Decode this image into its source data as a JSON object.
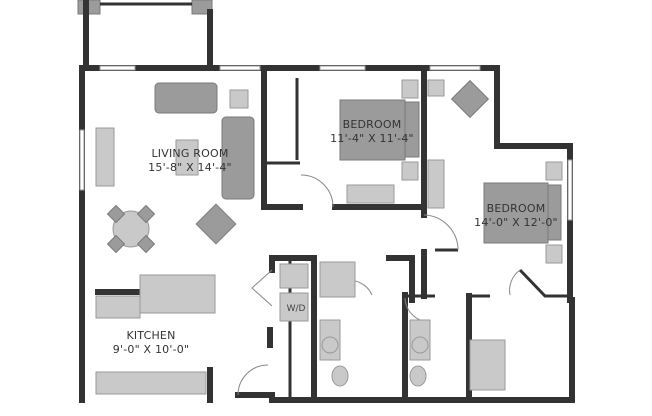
{
  "rooms": {
    "living": {
      "name": "LIVING ROOM",
      "size": "15'-8\" X 14'-4\""
    },
    "bedroom1": {
      "name": "BEDROOM",
      "size": "11'-4\" X 11'-4\""
    },
    "bedroom2": {
      "name": "BEDROOM",
      "size": "14'-0\" X 12'-0\""
    },
    "kitchen": {
      "name": "KITCHEN",
      "size": "9'-0\" X 10'-0\""
    },
    "laundry": {
      "name": "W/D"
    }
  },
  "colors": {
    "wall": "#333333",
    "furniture": "#9b9b9b",
    "fixtures": "#c9c9c9"
  }
}
